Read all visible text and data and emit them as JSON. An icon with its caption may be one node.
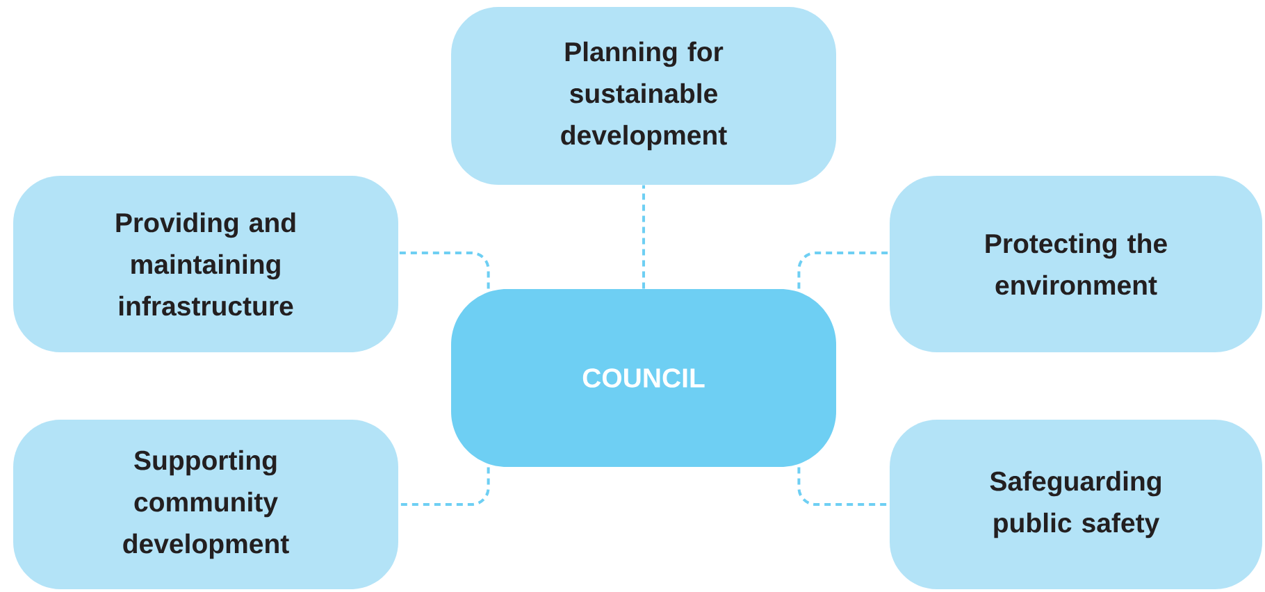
{
  "diagram": {
    "nodes": [
      {
        "text": [
          "Planning for sustainable development"
        ]
      },
      {
        "text": [
          "Providing and maintaining infrastructure"
        ]
      },
      {
        "text": [
          "Protecting the environment"
        ]
      },
      {
        "text": [
          "COUNCIL"
        ]
      },
      {
        "text": [
          "Supporting community development"
        ]
      },
      {
        "text": [
          "Safeguarding public safety"
        ]
      }
    ],
    "edges": [
      {
        "from": 3,
        "to": 0,
        "arrow": "none",
        "style": "dashed"
      },
      {
        "from": 3,
        "to": 1,
        "arrow": "none",
        "style": "dashed"
      },
      {
        "from": 3,
        "to": 2,
        "arrow": "none",
        "style": "dashed"
      },
      {
        "from": 3,
        "to": 4,
        "arrow": "none",
        "style": "dashed"
      },
      {
        "from": 3,
        "to": 5,
        "arrow": "none",
        "style": "dashed"
      }
    ]
  }
}
